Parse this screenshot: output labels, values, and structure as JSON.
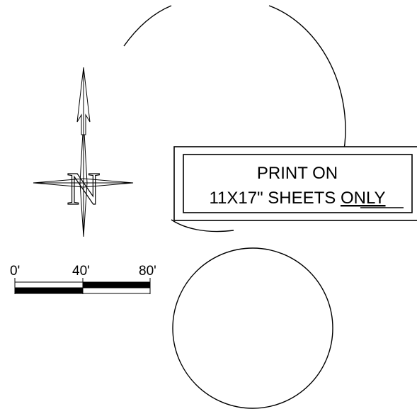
{
  "north_arrow": {
    "letter": "N",
    "icon": "north-arrow-icon"
  },
  "scale_bar": {
    "labels": [
      "0'",
      "40'",
      "80'"
    ],
    "icon": "scale-bar-icon"
  },
  "print_note": {
    "line1": "PRINT ON",
    "line2_prefix": "11X17\" SHEETS ",
    "line2_emphasis": "ONLY"
  },
  "colors": {
    "ink": "#000000",
    "paper": "#ffffff"
  }
}
